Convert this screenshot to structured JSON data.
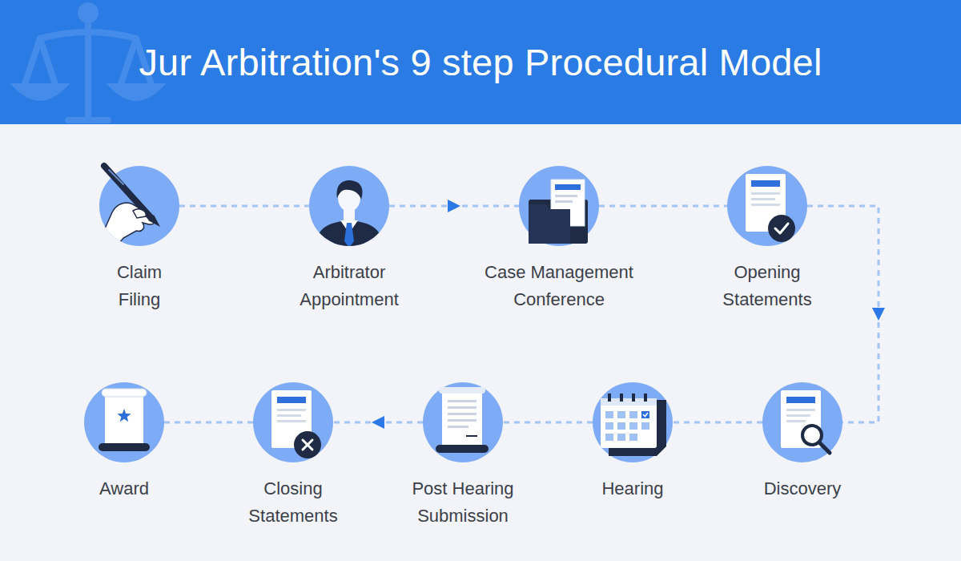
{
  "diagram": {
    "title": "Jur Arbitration's 9 step Procedural Model",
    "nodes": [
      {
        "text": [
          "Claim Filing"
        ]
      },
      {
        "text": [
          "Arbitrator Appointment"
        ]
      },
      {
        "text": [
          "Case Management Conference"
        ]
      },
      {
        "text": [
          "Opening Statements"
        ]
      },
      {
        "text": [
          "Discovery"
        ]
      },
      {
        "text": [
          "Hearing"
        ]
      },
      {
        "text": [
          "Post Hearing Submission"
        ]
      },
      {
        "text": [
          "Closing Statements"
        ]
      },
      {
        "text": [
          "Award"
        ]
      }
    ],
    "edges": [
      {
        "from": 0,
        "to": 1,
        "arrow": "none"
      },
      {
        "from": 1,
        "to": 2,
        "arrow": "to"
      },
      {
        "from": 2,
        "to": 3,
        "arrow": "none"
      },
      {
        "from": 3,
        "to": 4,
        "arrow": "to"
      },
      {
        "from": 4,
        "to": 5,
        "arrow": "none"
      },
      {
        "from": 5,
        "to": 6,
        "arrow": "none"
      },
      {
        "from": 6,
        "to": 7,
        "arrow": "to"
      },
      {
        "from": 7,
        "to": 8,
        "arrow": "none"
      }
    ]
  }
}
